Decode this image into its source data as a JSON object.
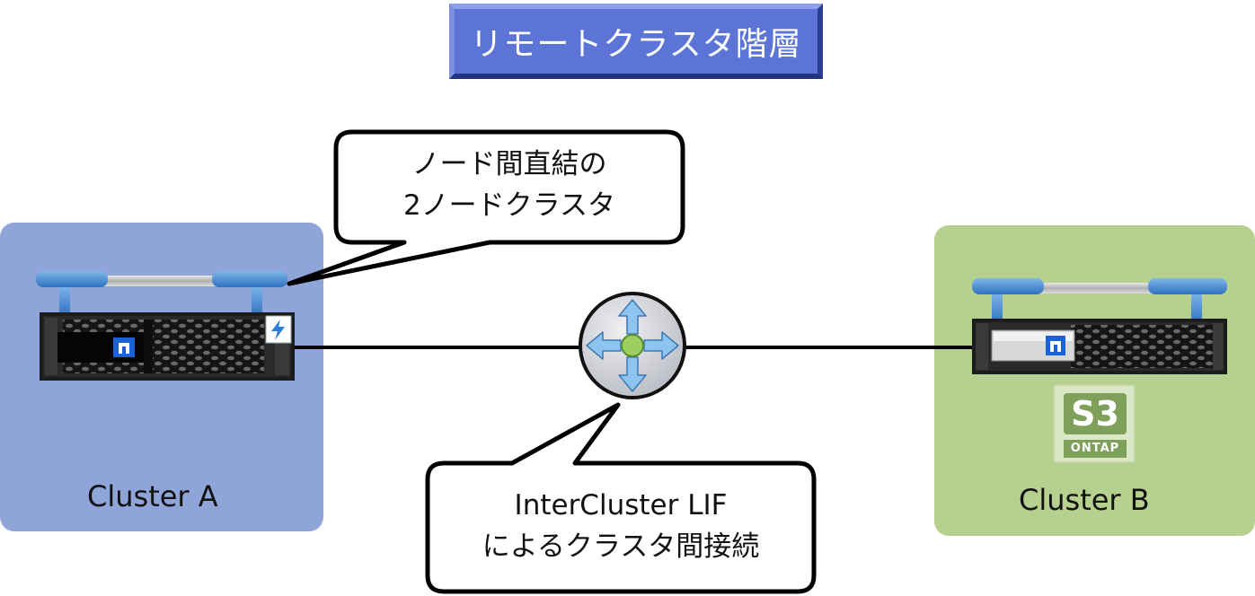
{
  "title": "リモートクラスタ階層",
  "clusters": {
    "a": {
      "label": "Cluster A"
    },
    "b": {
      "label": "Cluster B"
    }
  },
  "callouts": {
    "top": {
      "line1": "ノード間直結の",
      "line2": "2ノードクラスタ"
    },
    "bottom": {
      "line1": "InterCluster LIF",
      "line2": "によるクラスタ間接続"
    }
  },
  "s3_logo": {
    "main": "S3",
    "sub": "ONTAP"
  },
  "icons": [
    "storage-controller-icon",
    "flash-badge-icon",
    "netapp-logo-icon",
    "router-icon",
    "s3-ontap-logo"
  ],
  "colors": {
    "title_bg": "#5b74d6",
    "cluster_a_bg": "#8fa4d9",
    "cluster_b_bg": "#b6d08f",
    "handle_blue": "#3f86d0",
    "router_arrow": "#8ec5ee",
    "router_center": "#9ccf5f"
  }
}
